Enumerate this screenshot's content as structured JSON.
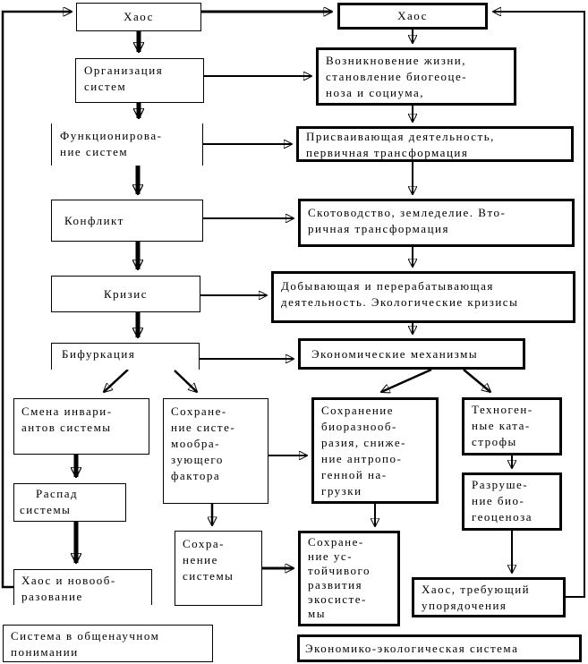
{
  "diagram": {
    "language": "ru",
    "line_color": "#000000",
    "background_color": "#ffffff",
    "left_column_caption": "Система в общенаучном понимании",
    "right_column_caption": "Экономико-экологическая система"
  },
  "nodes": {
    "l_chaos": {
      "text": "Хаос"
    },
    "l_org": {
      "text": "Организация\nсистем"
    },
    "l_func": {
      "text": "Функционирова-\nние систем"
    },
    "l_conflict": {
      "text": "Конфликт"
    },
    "l_crisis": {
      "text": "Кризис"
    },
    "l_bifurc": {
      "text": "Бифуркация"
    },
    "l_smena": {
      "text": "Смена инвари-\nантов системы"
    },
    "l_sokhr_faktor": {
      "text": "Сохране-\nние систе-\nмообра-\nзующего\nфактора"
    },
    "l_raspad": {
      "text": "Распад\nсистемы"
    },
    "l_sokhr_sys": {
      "text": "Сохра-\nнение\nсистемы"
    },
    "l_chaos_novo": {
      "text": "Хаос и новооб-\nразование"
    },
    "l_sys_general": {
      "text": "Система в общенаучном\nпонимании"
    },
    "r_chaos": {
      "text": "Хаос"
    },
    "r_vozn": {
      "text": "Возникновение жизни,\nстановление биогеоце-\nноза и социума,"
    },
    "r_prisv": {
      "text": "Присваивающая деятельность,\nпервичная трансформация"
    },
    "r_skot": {
      "text": "Скотоводство, земледелие. Вто-\nричная трансформация"
    },
    "r_dobyv": {
      "text": "Добывающая и перерабатывающая\nдеятельность. Экологические кризисы"
    },
    "r_econ_mech": {
      "text": "Экономические механизмы"
    },
    "r_sokhr_bio": {
      "text": "Сохранение\nбиоразнооб-\nразия, сниже-\nние антропо-\nгенной на-\nгрузки"
    },
    "r_tekhno": {
      "text": "Техноген-\nные ката-\nстрофы"
    },
    "r_razrush": {
      "text": "Разруше-\nние био-\nгеоценоза"
    },
    "r_sokhr_ust": {
      "text": "Сохране-\nние ус-\nтойчивого\nразвития\nэкосисте-\nмы"
    },
    "r_chaos_trebu": {
      "text": "Хаос, требующий\nупорядочения"
    },
    "r_econ_eco": {
      "text": "Экономико-экологическая система"
    }
  }
}
